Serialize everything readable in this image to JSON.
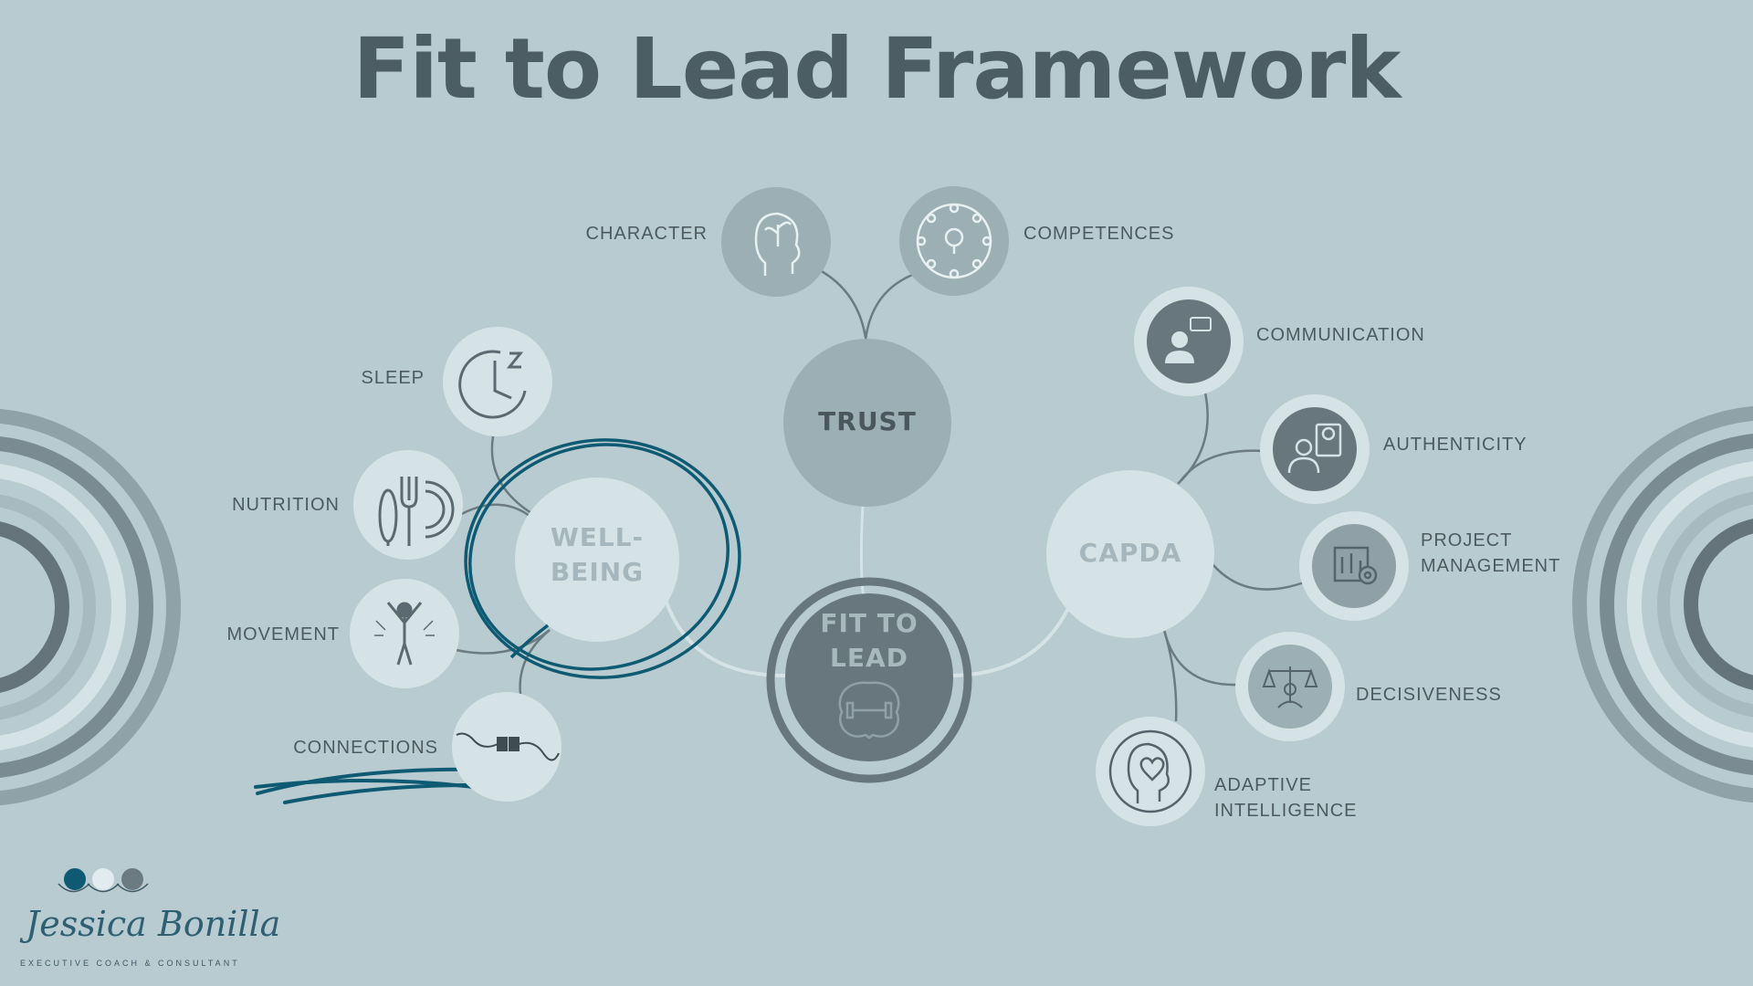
{
  "title": "Fit to Lead Framework",
  "hubs": {
    "fit_to_lead": "FIT TO LEAD",
    "trust": "TRUST",
    "well_being": "WELL- BEING",
    "capda": "CAPDA"
  },
  "trust_items": [
    "CHARACTER",
    "COMPETENCES"
  ],
  "wellbeing_items": [
    "SLEEP",
    "NUTRITION",
    "MOVEMENT",
    "CONNECTIONS"
  ],
  "capda_items": [
    "COMMUNICATION",
    "AUTHENTICITY",
    "PROJECT MANAGEMENT",
    "DECISIVENESS",
    "ADAPTIVE INTELLIGENCE"
  ],
  "logo": {
    "name": "Jessica Bonilla",
    "tagline": "EXECUTIVE COACH & CONSULTANT"
  },
  "icons": {
    "character": "head-plant-icon",
    "competences": "lightbulb-network-icon",
    "sleep": "clock-z-icon",
    "nutrition": "utensils-plate-icon",
    "movement": "person-stretch-icon",
    "connections": "puzzle-plug-icon",
    "communication": "person-chat-icon",
    "authenticity": "person-certificate-icon",
    "project_management": "chart-gear-icon",
    "decisiveness": "scales-person-icon",
    "adaptive_intelligence": "head-heart-icon",
    "fit_to_lead": "brain-dumbbell-icon"
  },
  "colors": {
    "background": "#b7cbd0",
    "dark_hub": "#68777d",
    "mid_hub": "#9bafb4",
    "light_hub": "#d5e3e6",
    "accent_scribble": "#0e5a72"
  }
}
